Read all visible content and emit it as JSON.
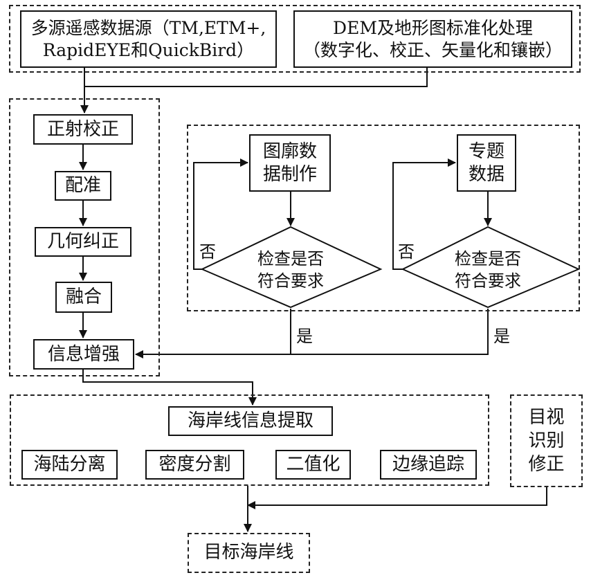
{
  "sources": {
    "remote_sensing": "多源遥感数据源（TM,ETM+,\nRapidEYE和QuickBird）",
    "dem": "DEM及地形图标准化处理\n（数字化、校正、矢量化和镶嵌）"
  },
  "preprocess": {
    "orthorectification": "正射校正",
    "registration": "配准",
    "geometric_correction": "几何纠正",
    "fusion": "融合",
    "enhancement": "信息增强"
  },
  "thematic": {
    "outline_data": "图廓数\n据制作",
    "thematic_data": "专题\n数据",
    "check_left": "检查是否\n符合要求",
    "check_right": "检查是否\n符合要求",
    "no": "否",
    "yes": "是"
  },
  "extraction": {
    "title": "海岸线信息提取",
    "methods": [
      "海陆分离",
      "密度分割",
      "二值化",
      "边缘追踪"
    ]
  },
  "visual_correction": "目视\n识别\n修正",
  "target": "目标海岸线"
}
